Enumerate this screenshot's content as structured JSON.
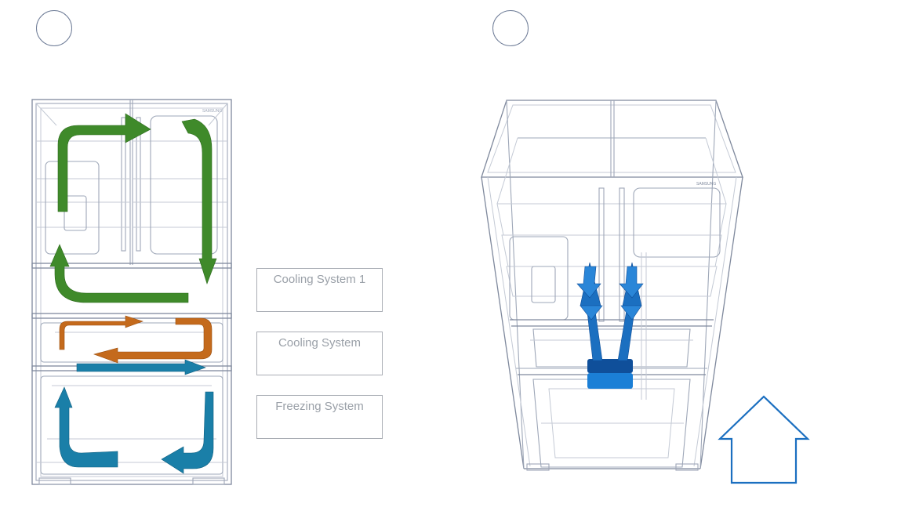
{
  "left_panel": {
    "brand": "SAMSUNG",
    "legend": [
      {
        "label": "Cooling System 1",
        "color": "#3f8a2a"
      },
      {
        "label": "Cooling System",
        "color": "#c46a1c"
      },
      {
        "label": "Freezing System",
        "color": "#1a7fa8"
      }
    ]
  },
  "right_panel": {
    "brand": "SAMSUNG",
    "arrow_color": "#1b6fc0",
    "house_icon": "house-up-icon"
  },
  "colors": {
    "wireframe": "#9ea7b8",
    "circle_stroke": "#6e7c97",
    "green": "#3f8a2a",
    "orange": "#c46a1c",
    "teal": "#1a7fa8",
    "blue": "#1b6fc0"
  }
}
